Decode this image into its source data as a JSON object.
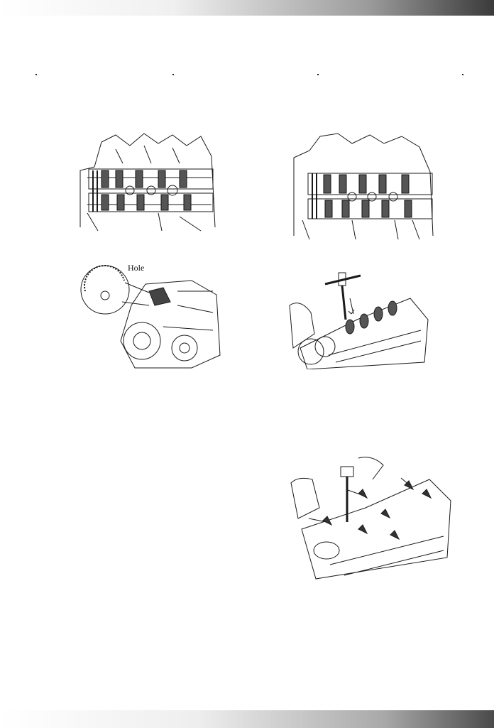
{
  "figures": {
    "camshaft_caps_left": {
      "icon": "camshaft-cap-removal-illustration"
    },
    "camshaft_caps_right": {
      "icon": "camshaft-cap-sequence-illustration"
    },
    "timing_hole": {
      "icon": "timing-gear-hole-illustration",
      "label": "Hole"
    },
    "camshaft_wrench": {
      "icon": "camshaft-wrench-illustration"
    },
    "bolt_tightening": {
      "icon": "cylinder-head-bolt-illustration"
    }
  },
  "colors": {
    "line": "#1a1a1a",
    "paper": "#ffffff"
  }
}
